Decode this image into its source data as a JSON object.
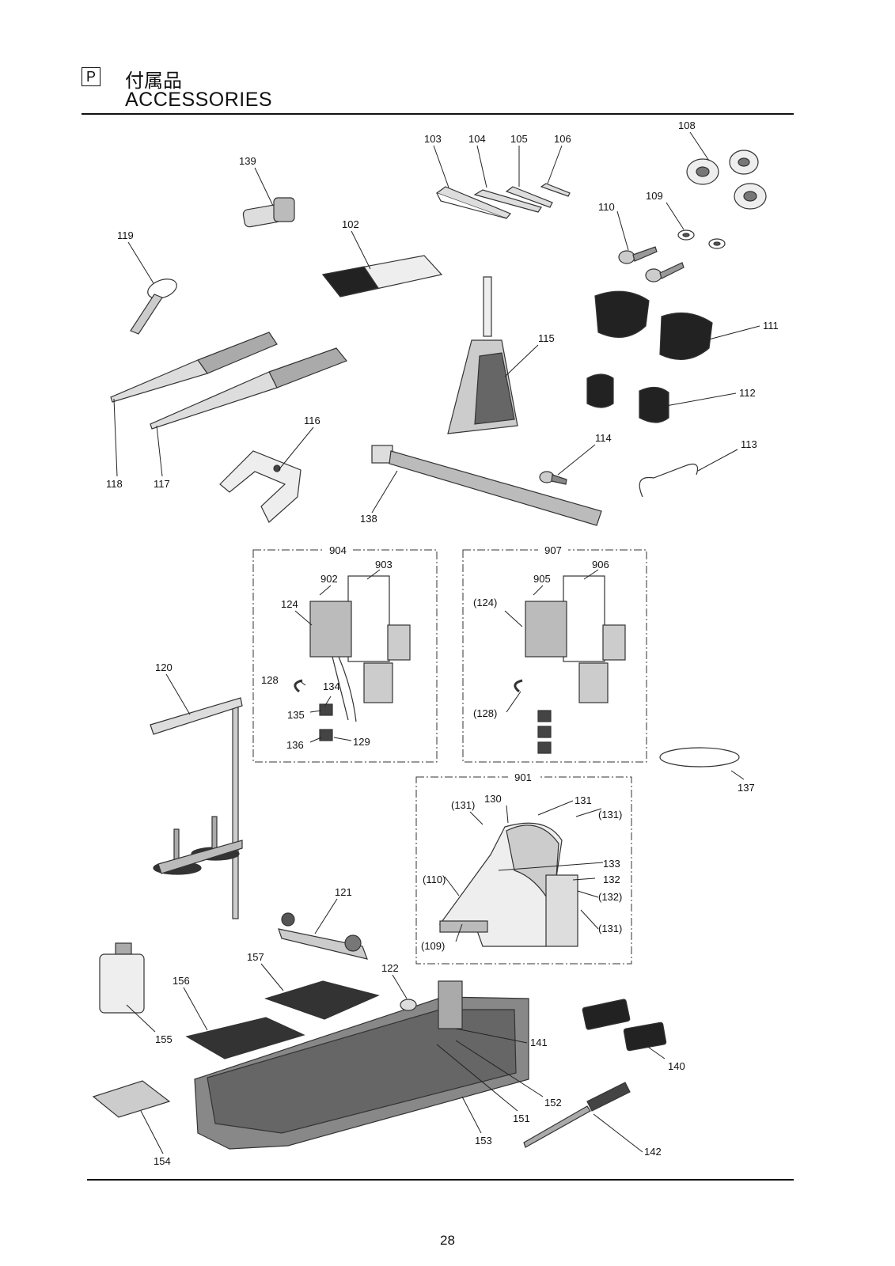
{
  "header": {
    "section_letter": "P",
    "title_jp": "付属品",
    "title_en": "ACCESSORIES"
  },
  "page_number": "28",
  "part_labels": {
    "p103": "103",
    "p104": "104",
    "p105": "105",
    "p106": "106",
    "p108": "108",
    "p139": "139",
    "p102": "102",
    "p109": "109",
    "p110": "110",
    "p119": "119",
    "p115": "115",
    "p111": "111",
    "p112": "112",
    "p116": "116",
    "p118": "118",
    "p117": "117",
    "p114": "114",
    "p113": "113",
    "p138": "138",
    "p120": "120",
    "p137": "137",
    "p121": "121",
    "p157": "157",
    "p122": "122",
    "p156": "156",
    "p155": "155",
    "p141": "141",
    "p140": "140",
    "p152": "152",
    "p151": "151",
    "p153": "153",
    "p154": "154",
    "p142": "142"
  },
  "group_904": {
    "title": "904",
    "l902": "902",
    "l903": "903",
    "l124": "124",
    "l128": "128",
    "l134": "134",
    "l135": "135",
    "l136": "136",
    "l129": "129"
  },
  "group_907": {
    "title": "907",
    "l905": "905",
    "l906": "906",
    "l124": "(124)",
    "l128": "(128)"
  },
  "group_901": {
    "title": "901",
    "l131a": "(131)",
    "l130": "130",
    "l131": "131",
    "l131b": "(131)",
    "l133": "133",
    "l110": "(110)",
    "l132": "132",
    "l132b": "(132)",
    "l131c": "(131)",
    "l109": "(109)"
  },
  "colors": {
    "ink": "#111111",
    "shade": "#555555",
    "paper": "#ffffff"
  }
}
